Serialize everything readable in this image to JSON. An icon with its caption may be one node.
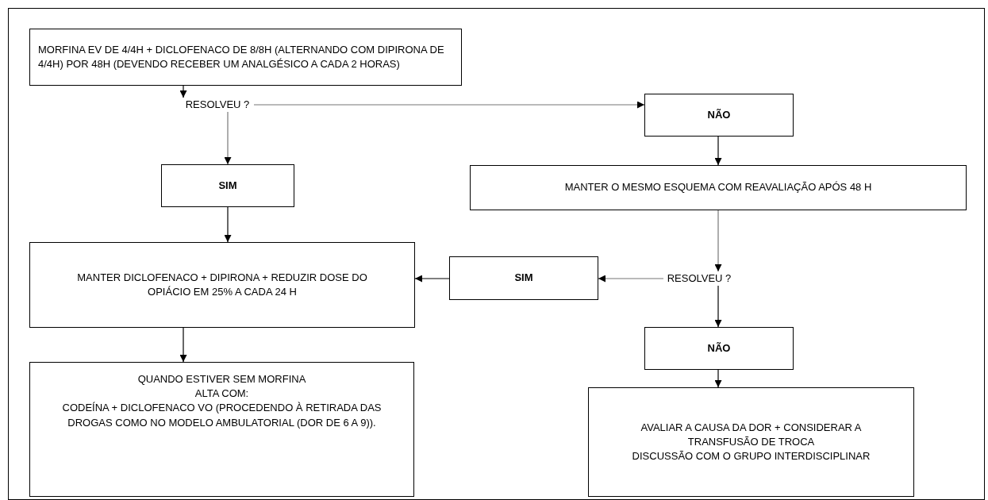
{
  "diagram": {
    "nodes": [
      {
        "text": [
          "MORFINA EV DE 4/4H + DICLOFENACO DE 8/8H (ALTERNANDO COM DIPIRONA DE 4/4H) POR 48H (DEVENDO RECEBER UM ANALGÉSICO A CADA 2 HORAS)"
        ]
      },
      {
        "text": [
          "RESOLVEU ?"
        ]
      },
      {
        "text": [
          "NÃO"
        ]
      },
      {
        "text": [
          "SIM"
        ]
      },
      {
        "text": [
          "MANTER O MESMO ESQUEMA COM REAVALIAÇÃO APÓS 48 H"
        ]
      },
      {
        "text": [
          "RESOLVEU ?"
        ]
      },
      {
        "text": [
          "SIM"
        ]
      },
      {
        "text": [
          "MANTER DICLOFENACO + DIPIRONA + REDUZIR DOSE DO OPIÁCIO EM 25% A CADA 24 H"
        ]
      },
      {
        "text": [
          "NÃO"
        ]
      },
      {
        "text": [
          "QUANDO ESTIVER SEM MORFINA",
          "ALTA COM:",
          "CODEÍNA + DICLOFENACO VO (PROCEDENDO À RETIRADA DAS DROGAS COMO NO MODELO AMBULATORIAL (DOR DE 6 A 9))."
        ]
      },
      {
        "text": [
          "AVALIAR A CAUSA DA DOR + CONSIDERAR A TRANSFUSÃO DE TROCA",
          "DISCUSSÃO COM O GRUPO INTERDISCIPLINAR"
        ]
      }
    ],
    "edges": [
      {
        "from": 0,
        "to": 1,
        "arrow": "to"
      },
      {
        "from": 1,
        "to": 2,
        "arrow": "to",
        "color": "#777777"
      },
      {
        "from": 1,
        "to": 3,
        "arrow": "to",
        "color": "#777777"
      },
      {
        "from": 2,
        "to": 4,
        "arrow": "to"
      },
      {
        "from": 3,
        "to": 7,
        "arrow": "to"
      },
      {
        "from": 4,
        "to": 5,
        "arrow": "to",
        "color": "#777777"
      },
      {
        "from": 5,
        "to": 6,
        "arrow": "to",
        "color": "#777777"
      },
      {
        "from": 6,
        "to": 7,
        "arrow": "to"
      },
      {
        "from": 5,
        "to": 8,
        "arrow": "to"
      },
      {
        "from": 7,
        "to": 9,
        "arrow": "to"
      },
      {
        "from": 8,
        "to": 10,
        "arrow": "to"
      }
    ]
  }
}
